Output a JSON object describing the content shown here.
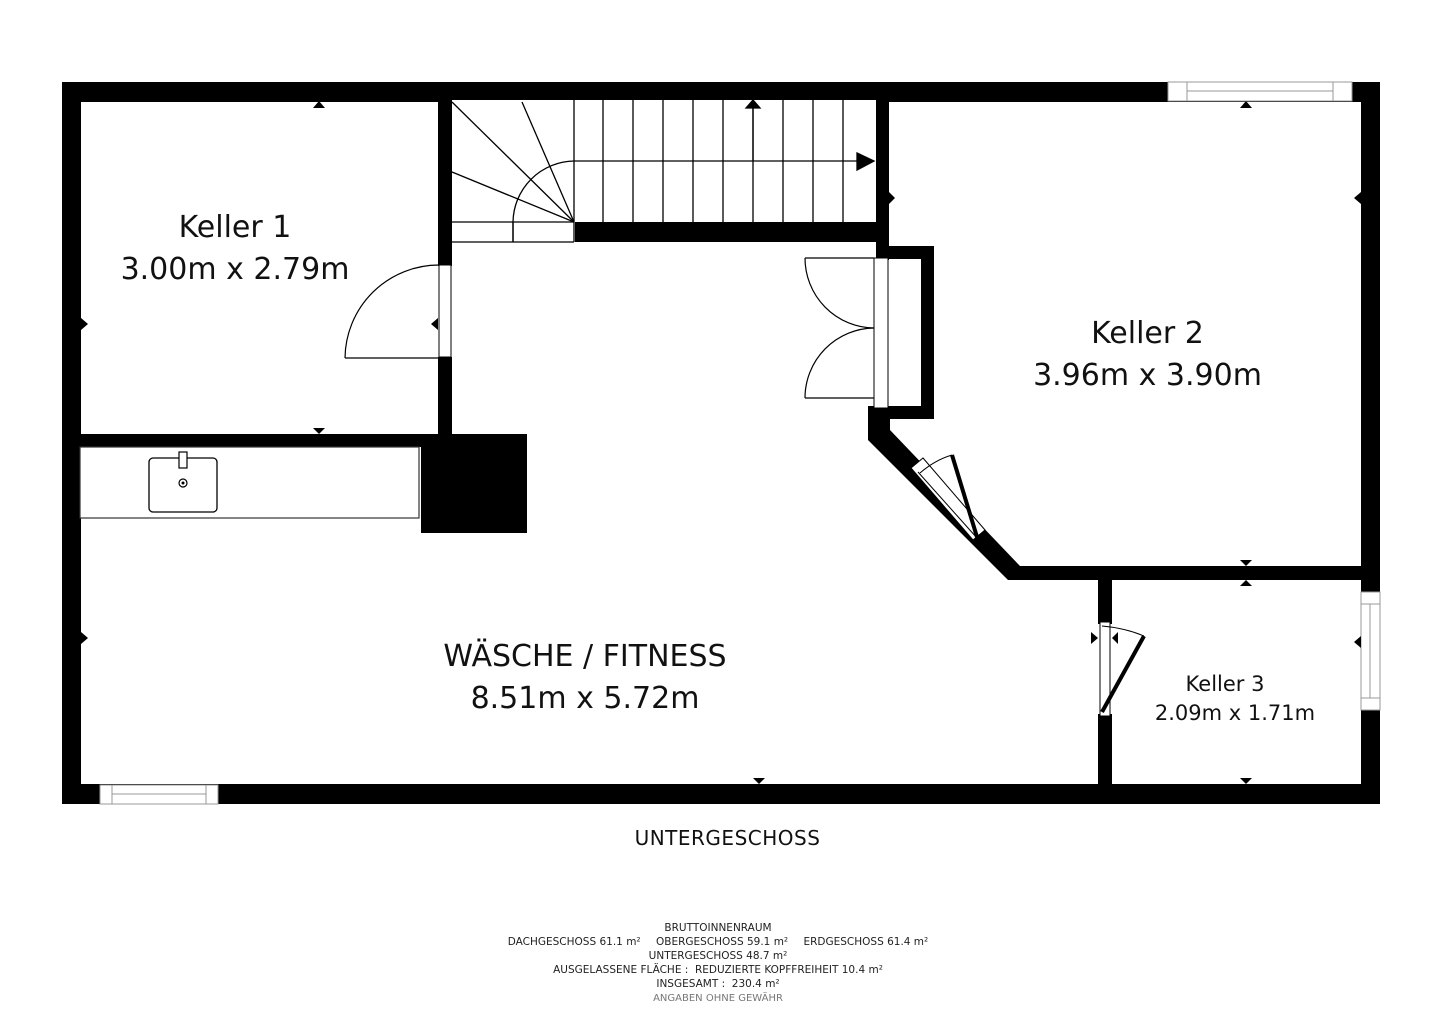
{
  "floor": {
    "title": "UNTERGESCHOSS"
  },
  "rooms": [
    {
      "name": "Keller 1",
      "dimensions": "3.00m x 2.79m"
    },
    {
      "name": "Keller 2",
      "dimensions": "3.96m x 3.90m"
    },
    {
      "name": "WÄSCHE / FITNESS",
      "dimensions": "8.51m x 5.72m"
    },
    {
      "name": "Keller 3",
      "dimensions": "2.09m x 1.71m"
    }
  ],
  "summary": {
    "heading": "BRUTTOINNENRAUM",
    "floors": [
      {
        "label": "DACHGESCHOSS 61.1 m²"
      },
      {
        "label": "OBERGESCHOSS 59.1 m²"
      },
      {
        "label": "ERDGESCHOSS 61.4 m²"
      }
    ],
    "untergeschoss": "UNTERGESCHOSS 48.7 m²",
    "excluded": "AUSGELASSENE FLÄCHE :  REDUZIERTE KOPFFREIHEIT 10.4 m²",
    "total": "INSGESAMT :  230.4 m²",
    "disclaimer": "ANGABEN OHNE GEWÄHR"
  },
  "colors": {
    "wall": "#000000",
    "background": "#ffffff",
    "window_line": "#999999",
    "disclaimer": "#777777"
  }
}
